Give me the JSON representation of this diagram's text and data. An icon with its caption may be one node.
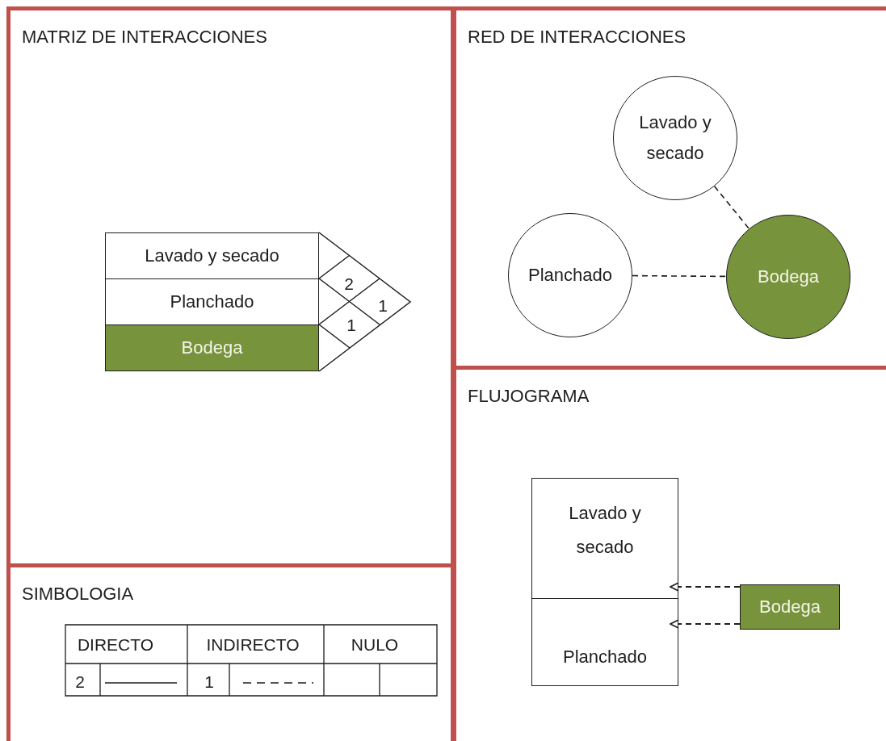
{
  "diagram": {
    "nodes": [
      {
        "text": [
          "MATRIZ DE INTERACCIONES"
        ]
      },
      {
        "text": [
          "Lavado y secado"
        ],
        "in": 0
      },
      {
        "text": [
          "Planchado"
        ],
        "in": 0
      },
      {
        "text": [
          "Bodega"
        ],
        "in": 0
      },
      {
        "text": [
          "RED DE INTERACCIONES"
        ]
      },
      {
        "text": [
          "Lavado y secado"
        ],
        "in": 4
      },
      {
        "text": [
          "Planchado"
        ],
        "in": 4
      },
      {
        "text": [
          "Bodega"
        ],
        "in": 4
      },
      {
        "text": [
          "FLUJOGRAMA"
        ]
      },
      {
        "text": [
          "Lavado y secado"
        ],
        "in": 8
      },
      {
        "text": [
          "Planchado"
        ],
        "in": 8
      },
      {
        "text": [
          "Bodega"
        ],
        "in": 8
      },
      {
        "text": [
          "SIMBOLOGIA"
        ]
      }
    ],
    "edges": [
      {
        "from": 5,
        "to": 7,
        "arrow": "none",
        "style": "dashed"
      },
      {
        "from": 6,
        "to": 7,
        "arrow": "none",
        "style": "dashed"
      },
      {
        "from": 11,
        "to": 9,
        "arrow": "to",
        "style": "dashed"
      },
      {
        "from": 11,
        "to": 10,
        "arrow": "to",
        "style": "dashed"
      }
    ],
    "labels": [
      "2",
      "1",
      "1",
      "DIRECTO",
      "INDIRECTO",
      "NULO",
      "2",
      "1"
    ]
  }
}
